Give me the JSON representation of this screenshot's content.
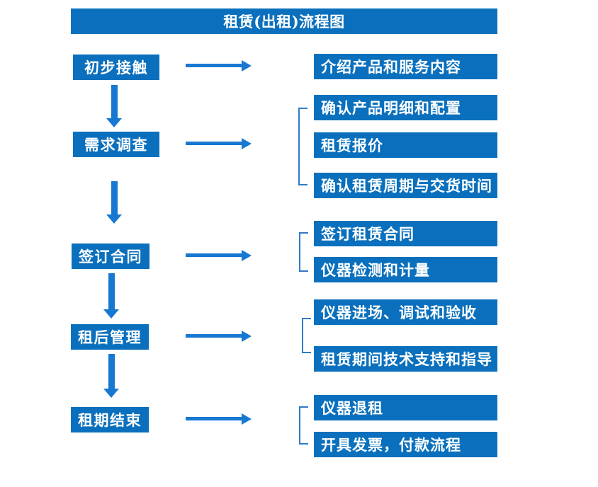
{
  "title": "租赁(出租)流程图",
  "colors": {
    "box_blue": "#0a70bd",
    "arrow_blue": "#1778d2",
    "bracket_blue": "#2e7cc6",
    "text_white": "#ffffff",
    "background": "#ffffff"
  },
  "steps": [
    {
      "label": "初步接触",
      "outputs": [
        "介绍产品和服务内容"
      ]
    },
    {
      "label": "需求调查",
      "outputs": [
        "确认产品明细和配置",
        "租赁报价",
        "确认租赁周期与交货时间"
      ]
    },
    {
      "label": "签订合同",
      "outputs": [
        "签订租赁合同",
        "仪器检测和计量"
      ]
    },
    {
      "label": "租后管理",
      "outputs": [
        "仪器进场、调试和验收",
        "租赁期间技术支持和指导"
      ]
    },
    {
      "label": "租期结束",
      "outputs": [
        "仪器退租",
        "开具发票，付款流程"
      ]
    }
  ]
}
